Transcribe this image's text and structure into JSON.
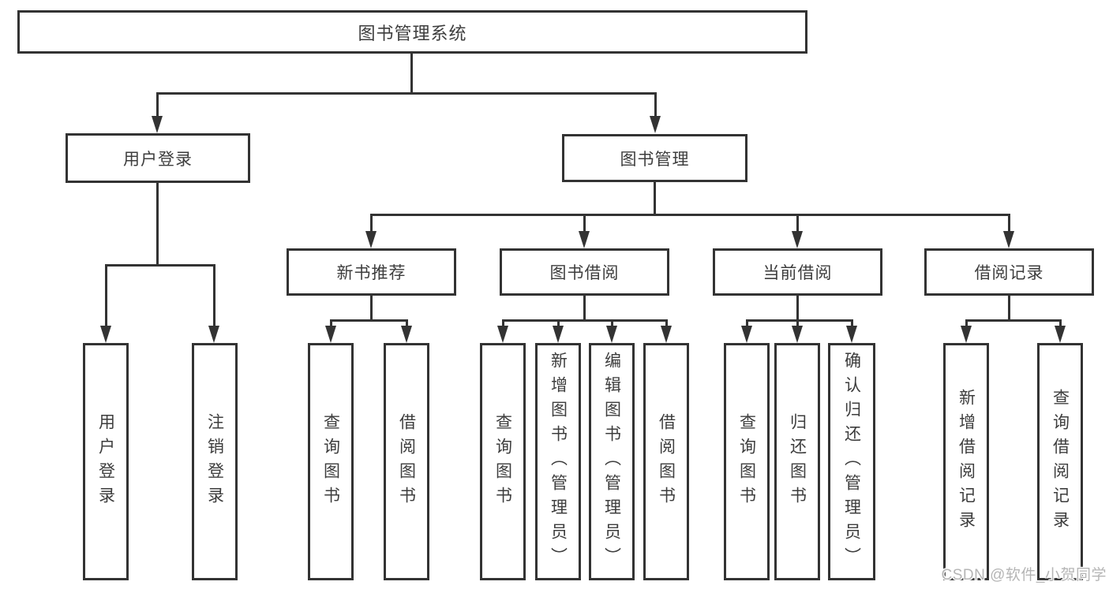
{
  "colors": {
    "line": "#333333",
    "text": "#3d3d3d",
    "background": "#ffffff",
    "watermark": "#b5b5b5"
  },
  "watermark": {
    "text": "CSDN @软件_小贺同学"
  },
  "diagram": {
    "type": "hierarchy",
    "root": {
      "label": "图书管理系统"
    },
    "branches": [
      {
        "label": "用户登录",
        "children": [
          {
            "label": "用户登录"
          },
          {
            "label": "注销登录"
          }
        ]
      },
      {
        "label": "图书管理",
        "children": [
          {
            "label": "新书推荐",
            "children": [
              {
                "label": "查询图书"
              },
              {
                "label": "借阅图书"
              }
            ]
          },
          {
            "label": "图书借阅",
            "children": [
              {
                "label": "查询图书"
              },
              {
                "label": "新增图书（管理员）"
              },
              {
                "label": "编辑图书（管理员）"
              },
              {
                "label": "借阅图书"
              }
            ]
          },
          {
            "label": "当前借阅",
            "children": [
              {
                "label": "查询图书"
              },
              {
                "label": "归还图书"
              },
              {
                "label": "确认归还（管理员）"
              }
            ]
          },
          {
            "label": "借阅记录",
            "children": [
              {
                "label": "新增借阅记录"
              },
              {
                "label": "查询借阅记录"
              }
            ]
          }
        ]
      }
    ]
  }
}
